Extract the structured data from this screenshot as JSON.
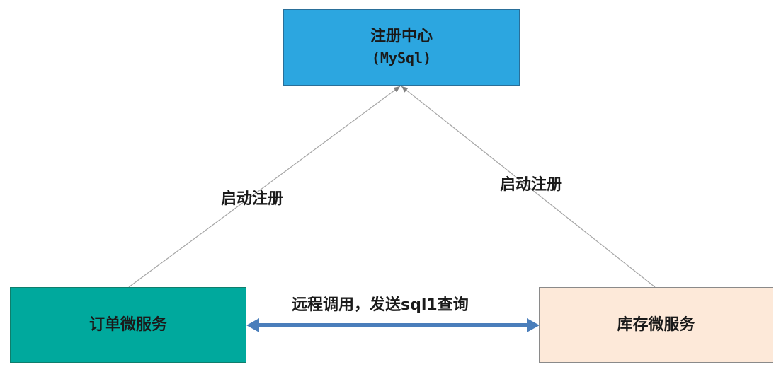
{
  "registry": {
    "title": "注册中心",
    "subtitle": "(MySql)",
    "color": "#2ca6e0"
  },
  "order_service": {
    "title": "订单微服务",
    "color": "#00a99d"
  },
  "stock_service": {
    "title": "库存微服务",
    "color": "#fde9d9"
  },
  "edges": {
    "left_label": "启动注册",
    "right_label": "启动注册",
    "bottom_label": "远程调用，发送sql1查询",
    "bottom_color": "#4a7ebb",
    "line_color": "#a6a6a6"
  }
}
